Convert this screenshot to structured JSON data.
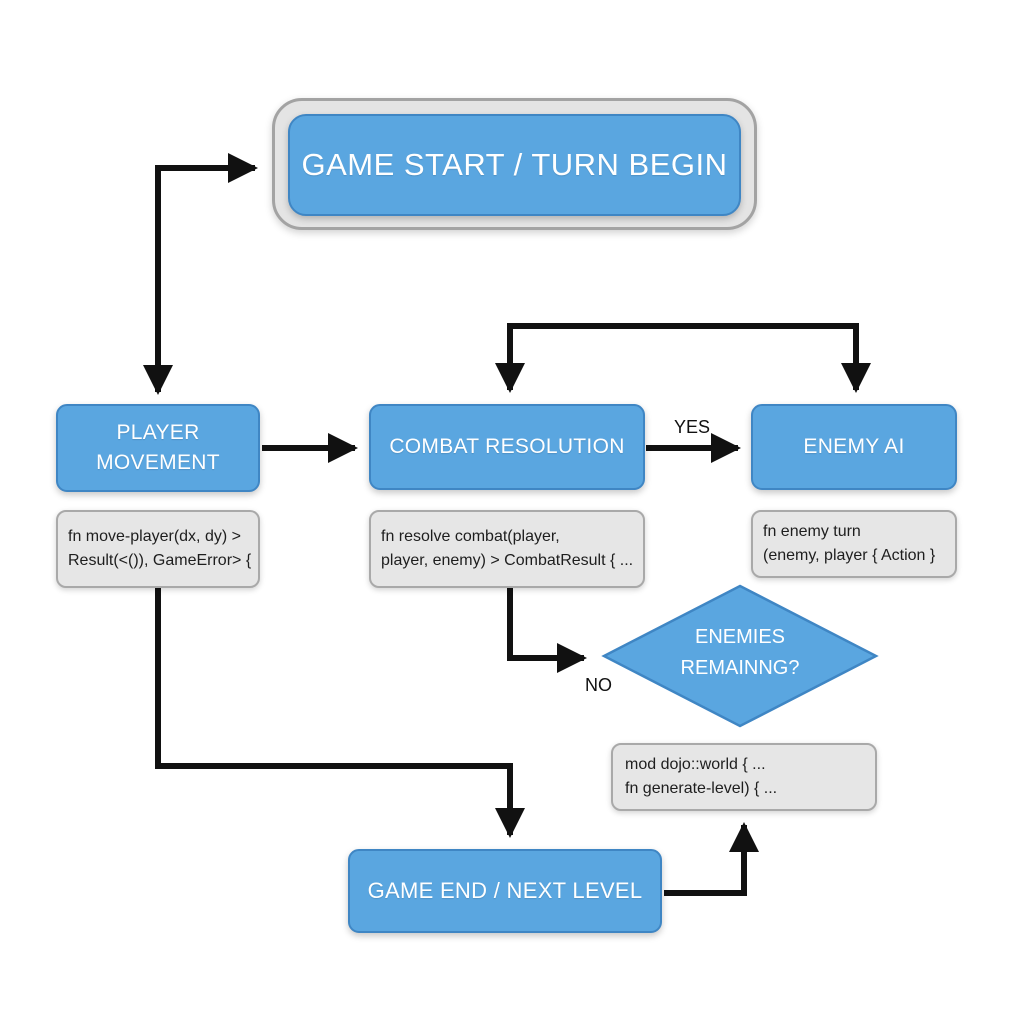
{
  "diagram": {
    "start": {
      "label": "GAME START / TURN BEGIN"
    },
    "player_movement": {
      "label_lines": [
        "PLAYER",
        "MOVEMENT"
      ],
      "code_lines": [
        "fn move-player(dx, dy) >",
        "Result(<()), GameError> {"
      ]
    },
    "combat_resolution": {
      "label": "COMBAT RESOLUTION",
      "code_lines": [
        "fn resolve combat(player,",
        "player, enemy) > CombatResult { ..."
      ]
    },
    "enemy_ai": {
      "label": "ENEMY AI",
      "code_lines": [
        "fn enemy turn",
        "(enemy, player { Action }"
      ]
    },
    "decision": {
      "label_lines": [
        "ENEMIES",
        "REMAINNG?"
      ]
    },
    "world_code": {
      "code_lines": [
        "mod dojo::world { ...",
        "fn generate-level) { ..."
      ]
    },
    "end": {
      "label": "GAME END / NEXT LEVEL"
    },
    "edge_labels": {
      "yes": "YES",
      "no": "NO"
    },
    "colors": {
      "node_fill": "#5aa6e0",
      "node_border": "#3f86c4",
      "code_fill": "#e6e6e6",
      "code_border": "#a9a9a9",
      "arrow": "#111111"
    }
  }
}
